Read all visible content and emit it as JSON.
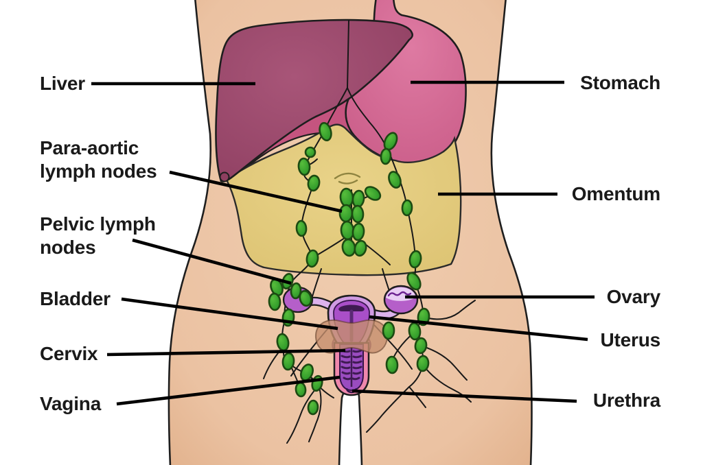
{
  "figure": {
    "type": "anatomical-diagram",
    "subject": "Female abdomen and pelvis showing organs and lymph node chains",
    "labels": {
      "liver": "Liver",
      "stomach": "Stomach",
      "para_aortic_lymph_nodes": "Para-aortic\nlymph nodes",
      "omentum": "Omentum",
      "pelvic_lymph_nodes": "Pelvic lymph\nnodes",
      "bladder": "Bladder",
      "ovary": "Ovary",
      "uterus": "Uterus",
      "cervix": "Cervix",
      "vagina": "Vagina",
      "urethra": "Urethra"
    },
    "colors": {
      "background": "#ffffff",
      "skin": "#ebc5a6",
      "skin_highlight": "#f4d3c5",
      "liver": "#9e4b6e",
      "stomach": "#d76a95",
      "stomach_shadow": "#c5547f",
      "omentum": "#e4cc7c",
      "lymph_node": "#2fa02c",
      "lymph_node_outline": "#1c4a12",
      "fallopian_tube": "#dcb2ec",
      "ovary": "#b55fc9",
      "uterus_outer": "#cf9ae2",
      "uterus_inner": "#a94fc8",
      "bladder": "#c68e6e",
      "vagina_outer": "#ee87ac",
      "vagina_inner": "#9a4cc0",
      "leader_line": "#000000",
      "label_text": "#1a1a1a"
    }
  }
}
